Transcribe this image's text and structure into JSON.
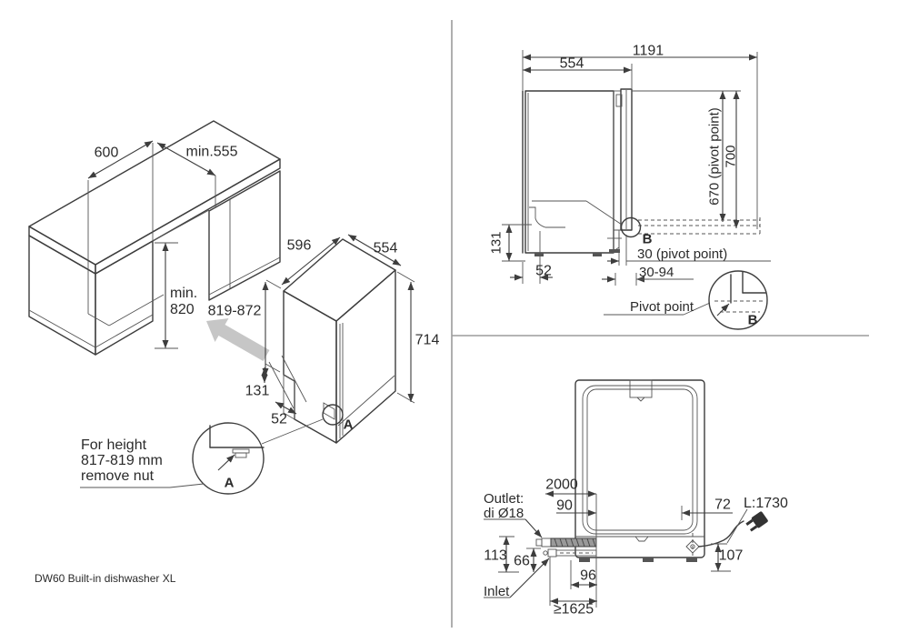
{
  "title": "DW60 built-in dishwasher installation drawing",
  "footer": {
    "model_label": "DW60 Built-in dishwasher XL"
  },
  "colors": {
    "line": "#3d3d3d",
    "divider": "#9b9b9b",
    "machine_top": "#a8a8a8",
    "machine_side": "#b5b5b5",
    "machine_door": "#d6d6d6",
    "machine_body": "#b5b5b5",
    "door_inner": "#cdcdcd",
    "slide_arrow": "#c6c6c6",
    "hose": "#999999",
    "plug": "#333333",
    "text": "#2b2b2b"
  },
  "iso": {
    "dim_opening_width": "600",
    "dim_opening_depth": "min.555",
    "dim_niche_height_line1": "min.",
    "dim_niche_height_line2": "820",
    "dim_total_height": "819-872",
    "dim_width": "596",
    "dim_depth": "554",
    "dim_door_height": "714",
    "dim_base_height": "131",
    "dim_base_inset": "52",
    "marker": "A",
    "detail_marker": "A",
    "note_line1": "For height",
    "note_line2": "817-819 mm",
    "note_line3": "remove nut"
  },
  "side": {
    "dim_depth_door_open": "1191",
    "dim_depth": "554",
    "dim_pivot_height": "670 (pivot point)",
    "dim_open_height": "700",
    "dim_base_height": "131",
    "dim_base_inset": "52",
    "dim_pivot_offset": "30 (pivot point)",
    "dim_adjust_range": "30-94",
    "pivot_label": "Pivot point",
    "marker": "B",
    "detail_marker": "B"
  },
  "rear": {
    "dim_drain_hose_length": "2000",
    "dim_outlet_offset": "90",
    "dim_cord_offset": "72",
    "cord_length_label": "L:1730",
    "outlet_label_line1": "Outlet:",
    "outlet_label_line2": "di Ø18",
    "inlet_label": "Inlet",
    "dim_outlet_height": "113",
    "dim_inlet_height": "66",
    "dim_cord_height": "107",
    "dim_inlet_spacing": "96",
    "dim_hose_reach": "≥1625"
  }
}
